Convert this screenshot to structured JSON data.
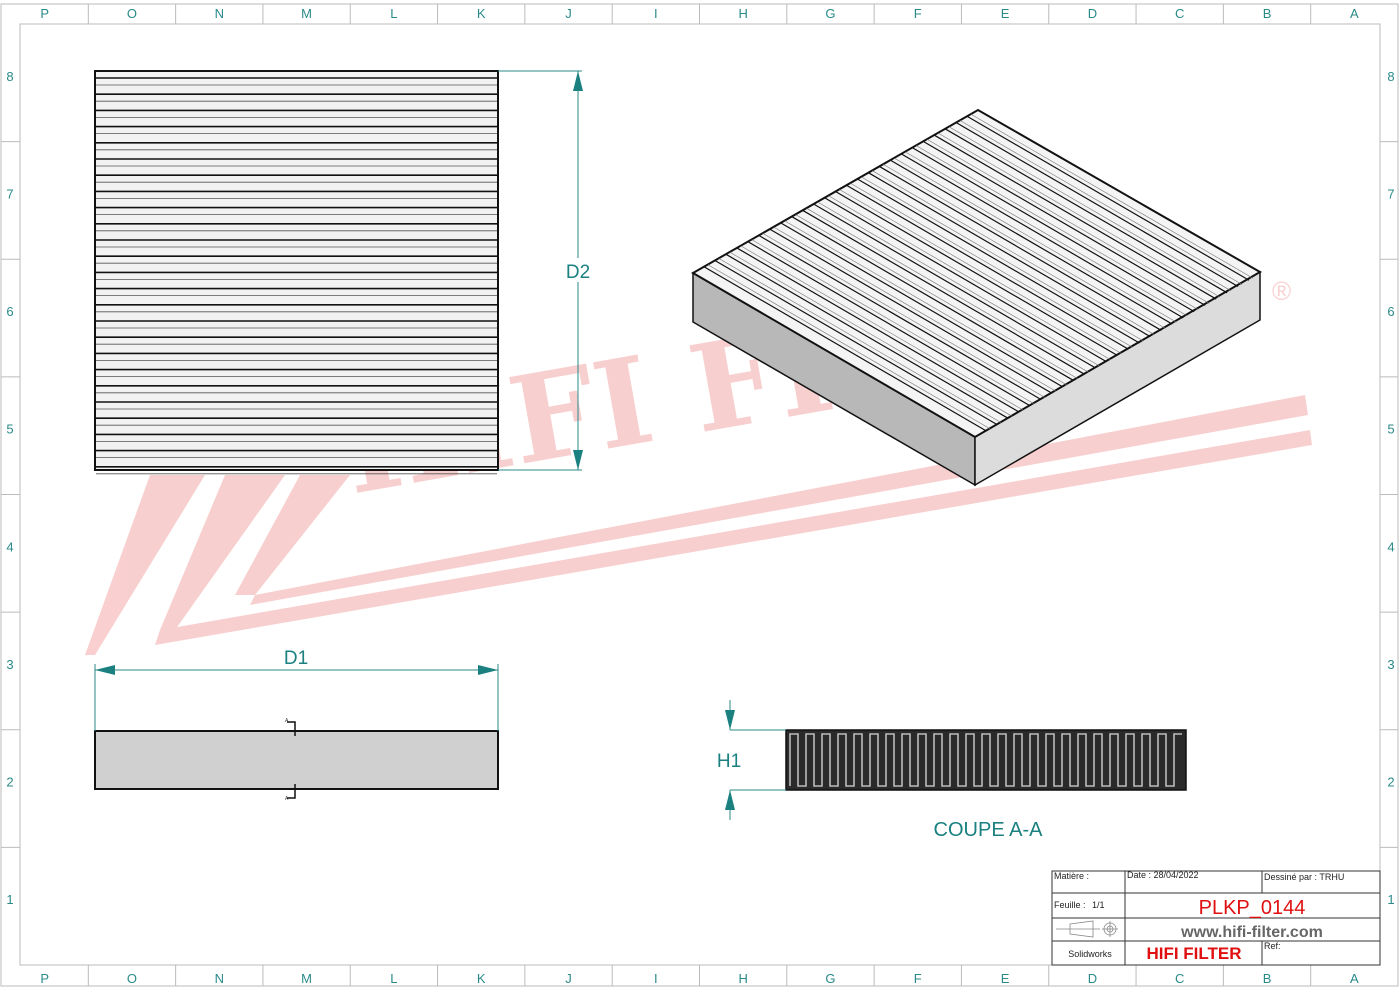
{
  "border": {
    "columns": [
      "P",
      "O",
      "N",
      "M",
      "L",
      "K",
      "J",
      "I",
      "H",
      "G",
      "F",
      "E",
      "D",
      "C",
      "B",
      "A"
    ],
    "rows": [
      "8",
      "7",
      "6",
      "5",
      "4",
      "3",
      "2",
      "1"
    ]
  },
  "watermark": {
    "text": "HIFI FILTER",
    "registered": "®"
  },
  "dimensions": {
    "d1": "D1",
    "d2": "D2",
    "h1": "H1"
  },
  "section": {
    "marker": "A",
    "title": "COUPE A-A"
  },
  "title_block": {
    "material_label": "Matière :",
    "date_label": "Date : 28/04/2022",
    "drawn_by": "Dessiné par : TRHU",
    "sheet_label": "Feuille :",
    "sheet_value": "1/1",
    "part_number": "PLKP_0144",
    "website": "www.hifi-filter.com",
    "software": "Solidworks",
    "brand": "HIFI FILTER",
    "ref_label": "Ref:"
  },
  "colors": {
    "accent": "#2a8a8a",
    "brand_red": "#e01010",
    "watermark": "#f4b4b4"
  }
}
